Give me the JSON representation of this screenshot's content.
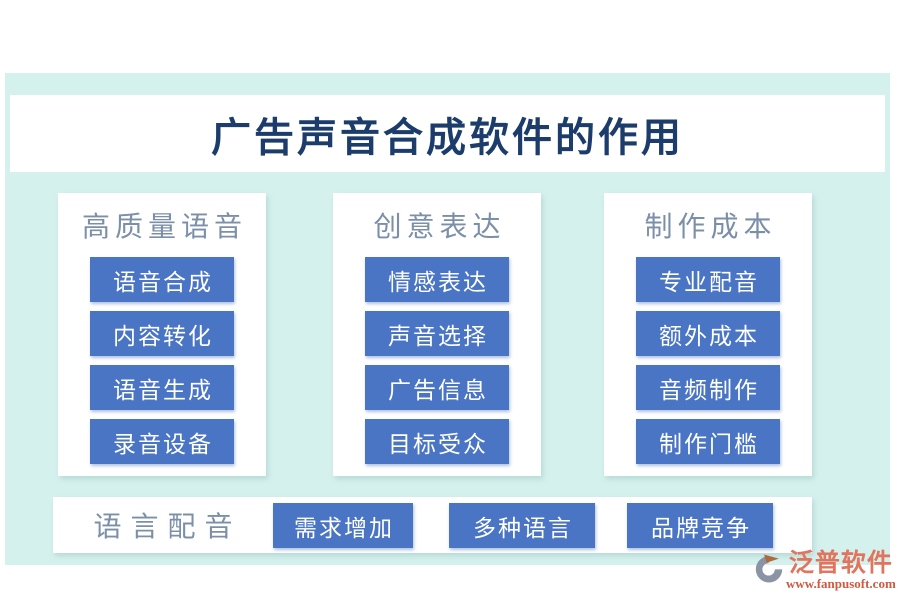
{
  "page": {
    "title": "广告声音合成软件的作用"
  },
  "columns": [
    {
      "header": "高质量语音",
      "items": [
        "语音合成",
        "内容转化",
        "语音生成",
        "录音设备"
      ]
    },
    {
      "header": "创意表达",
      "items": [
        "情感表达",
        "声音选择",
        "广告信息",
        "目标受众"
      ]
    },
    {
      "header": "制作成本",
      "items": [
        "专业配音",
        "额外成本",
        "音频制作",
        "制作门槛"
      ]
    }
  ],
  "footer": {
    "header": "语言配音",
    "items": [
      "需求增加",
      "多种语言",
      "品牌竞争"
    ]
  },
  "logo": {
    "name": "泛普软件",
    "url": "www.fanpusoft.com"
  },
  "colors": {
    "stage_background": "#d5f1ee",
    "card_background": "#ffffff",
    "button_fill": "#4a75c5",
    "button_text": "#ffffff",
    "title_text": "#1c3c6c",
    "header_text": "#7c8fa9",
    "logo_name_text": "#e0745c",
    "logo_url_text": "#cf5a42"
  }
}
